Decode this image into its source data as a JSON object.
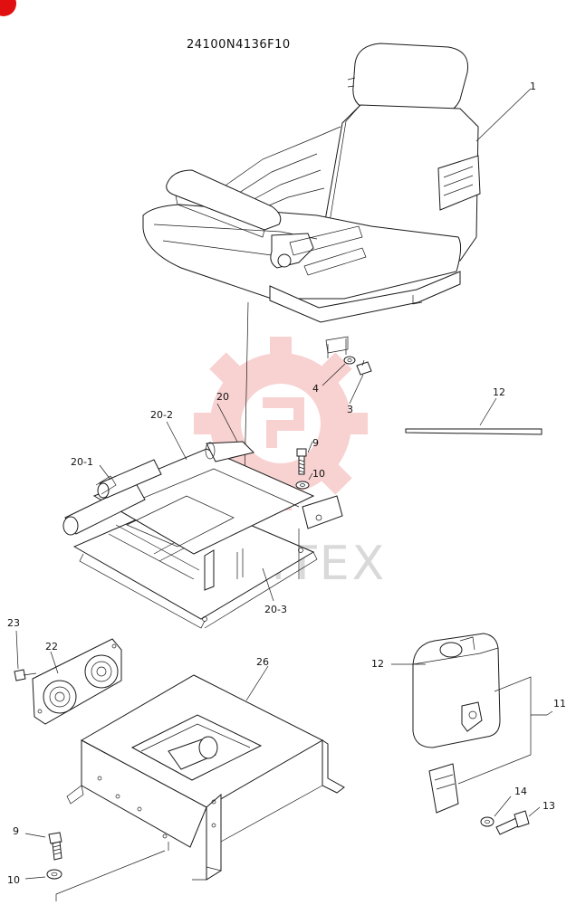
{
  "diagram": {
    "title": "24100N4136F10",
    "watermark_text": "MHTEX",
    "watermark_color": "#f3b3b3",
    "corner_badge_color": "#e01010"
  },
  "callouts": {
    "c1": "1",
    "c3": "3",
    "c4": "4",
    "c9a": "9",
    "c9b": "9",
    "c10a": "10",
    "c10b": "10",
    "c11": "11",
    "c12a": "12",
    "c12b": "12",
    "c13": "13",
    "c14": "14",
    "c20": "20",
    "c20_1": "20-1",
    "c20_2": "20-2",
    "c20_3": "20-3",
    "c22": "22",
    "c23": "23",
    "c26": "26"
  }
}
